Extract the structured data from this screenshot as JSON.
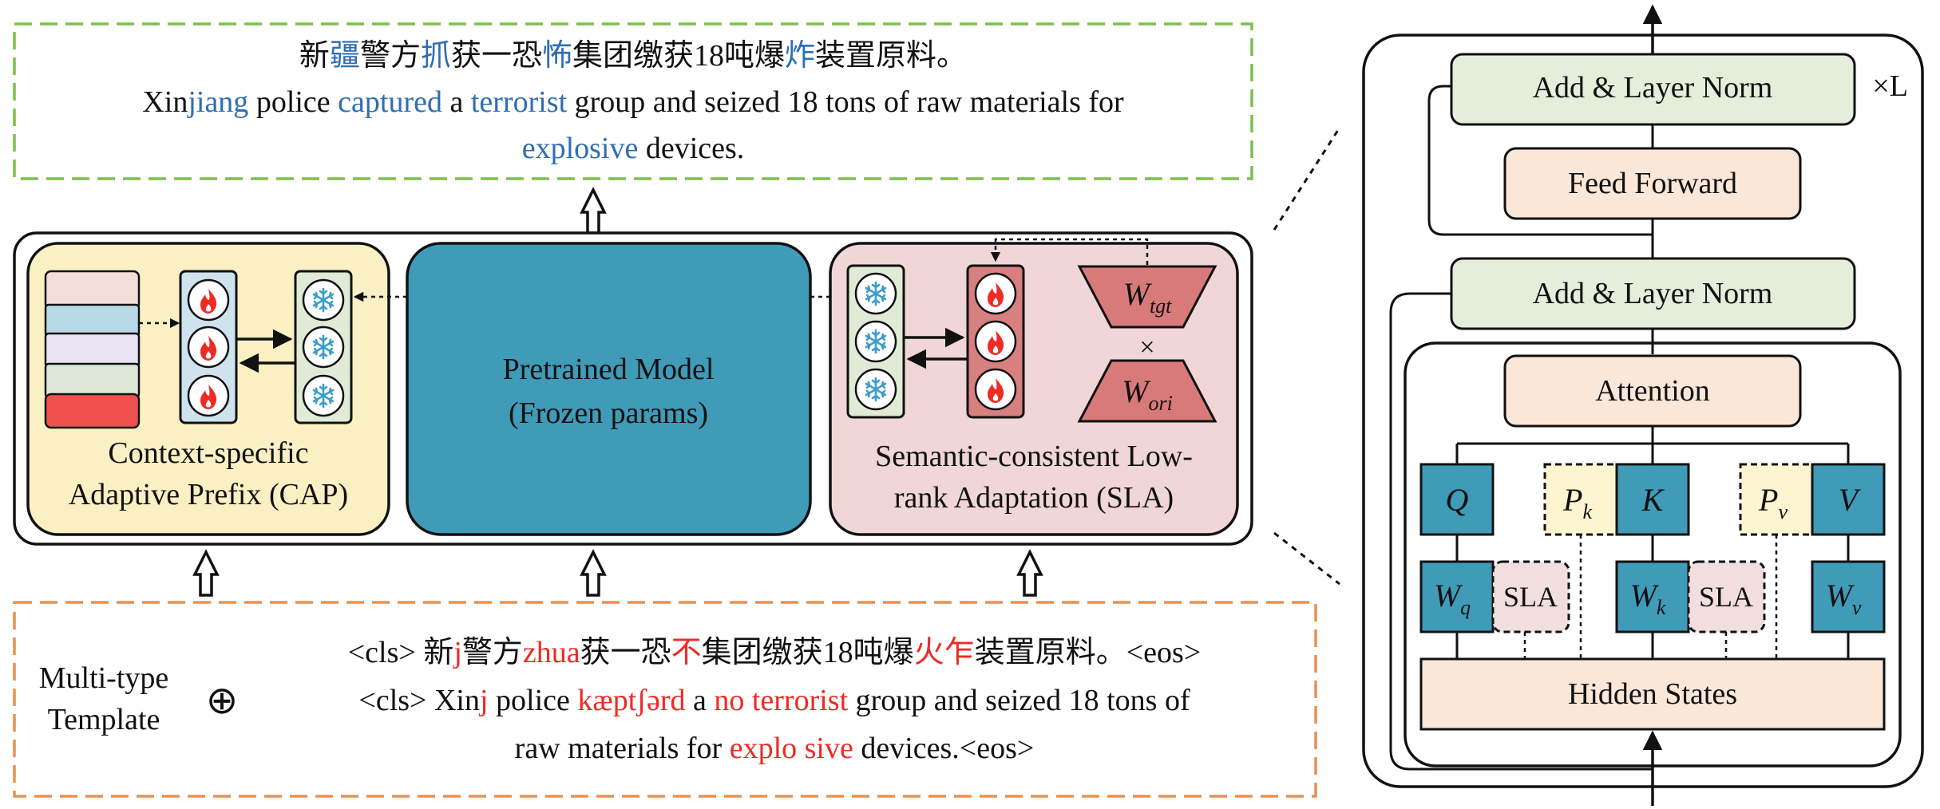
{
  "colors": {
    "blue_text": "#2e6db4",
    "red_text": "#ee2a24",
    "green_dash": "#7cc04a",
    "orange_dash": "#e89150",
    "cap_bg": "#fbf0c4",
    "sla_bg": "#f0d6d6",
    "pretrained_bg": "#3f9bb7",
    "layernorm_bg": "#e4eedb",
    "ff_bg": "#fbe7d8",
    "qkv_bg": "#3f9bb7",
    "prefix_bg": "#fdf5cf",
    "sla_small_bg": "#f2dede",
    "wtrap_bg": "#d87a7a",
    "frozen_col_bg": "#dfead7",
    "tuned_col_bg": "#d88080",
    "tuned_col_cap_bg": "#cfe3ee"
  },
  "icons": {
    "fire": "fire-icon",
    "snow": "snowflake-icon",
    "arrow": "hollow-up-arrow-icon",
    "plus": "circled-plus-icon"
  },
  "output": {
    "zh": [
      {
        "t": "新",
        "c": "k"
      },
      {
        "t": "疆",
        "c": "b"
      },
      {
        "t": "警方",
        "c": "k"
      },
      {
        "t": "抓",
        "c": "b"
      },
      {
        "t": "获一恐",
        "c": "k"
      },
      {
        "t": "怖",
        "c": "b"
      },
      {
        "t": "集团缴获18吨爆",
        "c": "k"
      },
      {
        "t": "炸",
        "c": "b"
      },
      {
        "t": "装置原料。",
        "c": "k"
      }
    ],
    "en1": [
      {
        "t": "Xin",
        "c": "k"
      },
      {
        "t": "jiang",
        "c": "b"
      },
      {
        "t": " police ",
        "c": "k"
      },
      {
        "t": "captured",
        "c": "b"
      },
      {
        "t": " a ",
        "c": "k"
      },
      {
        "t": "terrorist",
        "c": "b"
      },
      {
        "t": " group and seized 18 tons of raw materials for",
        "c": "k"
      }
    ],
    "en2": [
      {
        "t": "explosive",
        "c": "b"
      },
      {
        "t": " devices.",
        "c": "k"
      }
    ]
  },
  "cap": {
    "label_line1": "Context-specific",
    "label_line2": "Adaptive Prefix (CAP)"
  },
  "pretrained": {
    "line1": "Pretrained Model",
    "line2": "(Frozen params)"
  },
  "sla": {
    "label_line1": "Semantic-consistent Low-",
    "label_line2": "rank Adaptation (SLA)",
    "w_tgt": "W",
    "w_tgt_sub": "tgt",
    "w_ori": "W",
    "w_ori_sub": "ori",
    "times": "×"
  },
  "template": {
    "label_line1": "Multi-type",
    "label_line2": "Template",
    "plus": "⊕",
    "zh": [
      {
        "t": "<cls> 新",
        "c": "k"
      },
      {
        "t": "j",
        "c": "r"
      },
      {
        "t": "警方",
        "c": "k"
      },
      {
        "t": "zhua",
        "c": "r"
      },
      {
        "t": "获一恐",
        "c": "k"
      },
      {
        "t": "不",
        "c": "r"
      },
      {
        "t": "集团缴获18吨爆",
        "c": "k"
      },
      {
        "t": "火乍",
        "c": "r"
      },
      {
        "t": "装置原料。<eos>",
        "c": "k"
      }
    ],
    "en1": [
      {
        "t": "<cls> Xin",
        "c": "k"
      },
      {
        "t": "j",
        "c": "r"
      },
      {
        "t": " police ",
        "c": "k"
      },
      {
        "t": "kæptʃərd",
        "c": "r"
      },
      {
        "t": " a ",
        "c": "k"
      },
      {
        "t": "no terrorist",
        "c": "r"
      },
      {
        "t": " group and seized 18 tons of",
        "c": "k"
      }
    ],
    "en2": [
      {
        "t": "raw materials for ",
        "c": "k"
      },
      {
        "t": "explo sive",
        "c": "r"
      },
      {
        "t": " devices.<eos>",
        "c": "k"
      }
    ]
  },
  "transformer": {
    "repeat": "×L",
    "add_norm_top": "Add & Layer Norm",
    "feed_forward": "Feed Forward",
    "add_norm_bottom": "Add & Layer Norm",
    "attention": "Attention",
    "q": "Q",
    "k": "K",
    "v": "V",
    "pk": "P",
    "pk_sub": "k",
    "pv": "P",
    "pv_sub": "v",
    "wq": "W",
    "wq_sub": "q",
    "wk": "W",
    "wk_sub": "k",
    "wv": "W",
    "wv_sub": "v",
    "sla1": "SLA",
    "sla2": "SLA",
    "hidden_states": "Hidden States"
  }
}
